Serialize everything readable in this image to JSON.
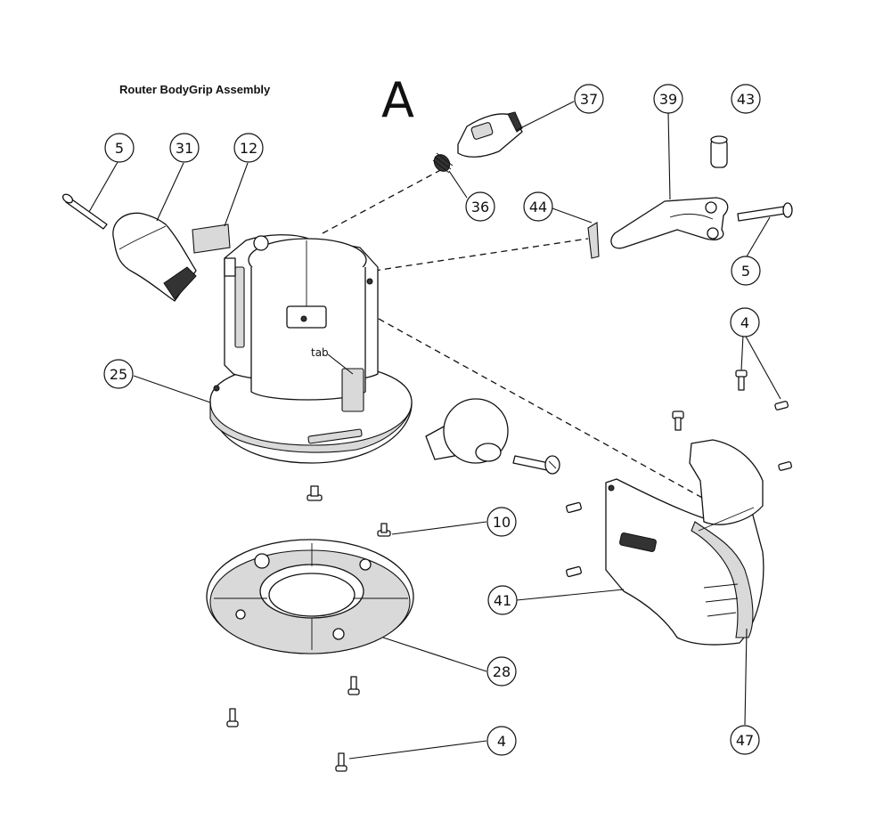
{
  "title": "Router BodyGrip Assembly",
  "section_letter": "A",
  "annotations": {
    "tab": "tab"
  },
  "callouts": [
    {
      "id": "c5a",
      "label": "5"
    },
    {
      "id": "c31",
      "label": "31"
    },
    {
      "id": "c12",
      "label": "12"
    },
    {
      "id": "c37",
      "label": "37"
    },
    {
      "id": "c39",
      "label": "39"
    },
    {
      "id": "c43",
      "label": "43"
    },
    {
      "id": "c36",
      "label": "36"
    },
    {
      "id": "c44",
      "label": "44"
    },
    {
      "id": "c5b",
      "label": "5"
    },
    {
      "id": "c4a",
      "label": "4"
    },
    {
      "id": "c25",
      "label": "25"
    },
    {
      "id": "c10",
      "label": "10"
    },
    {
      "id": "c41",
      "label": "41"
    },
    {
      "id": "c28",
      "label": "28"
    },
    {
      "id": "c4b",
      "label": "4"
    },
    {
      "id": "c47",
      "label": "47"
    }
  ]
}
